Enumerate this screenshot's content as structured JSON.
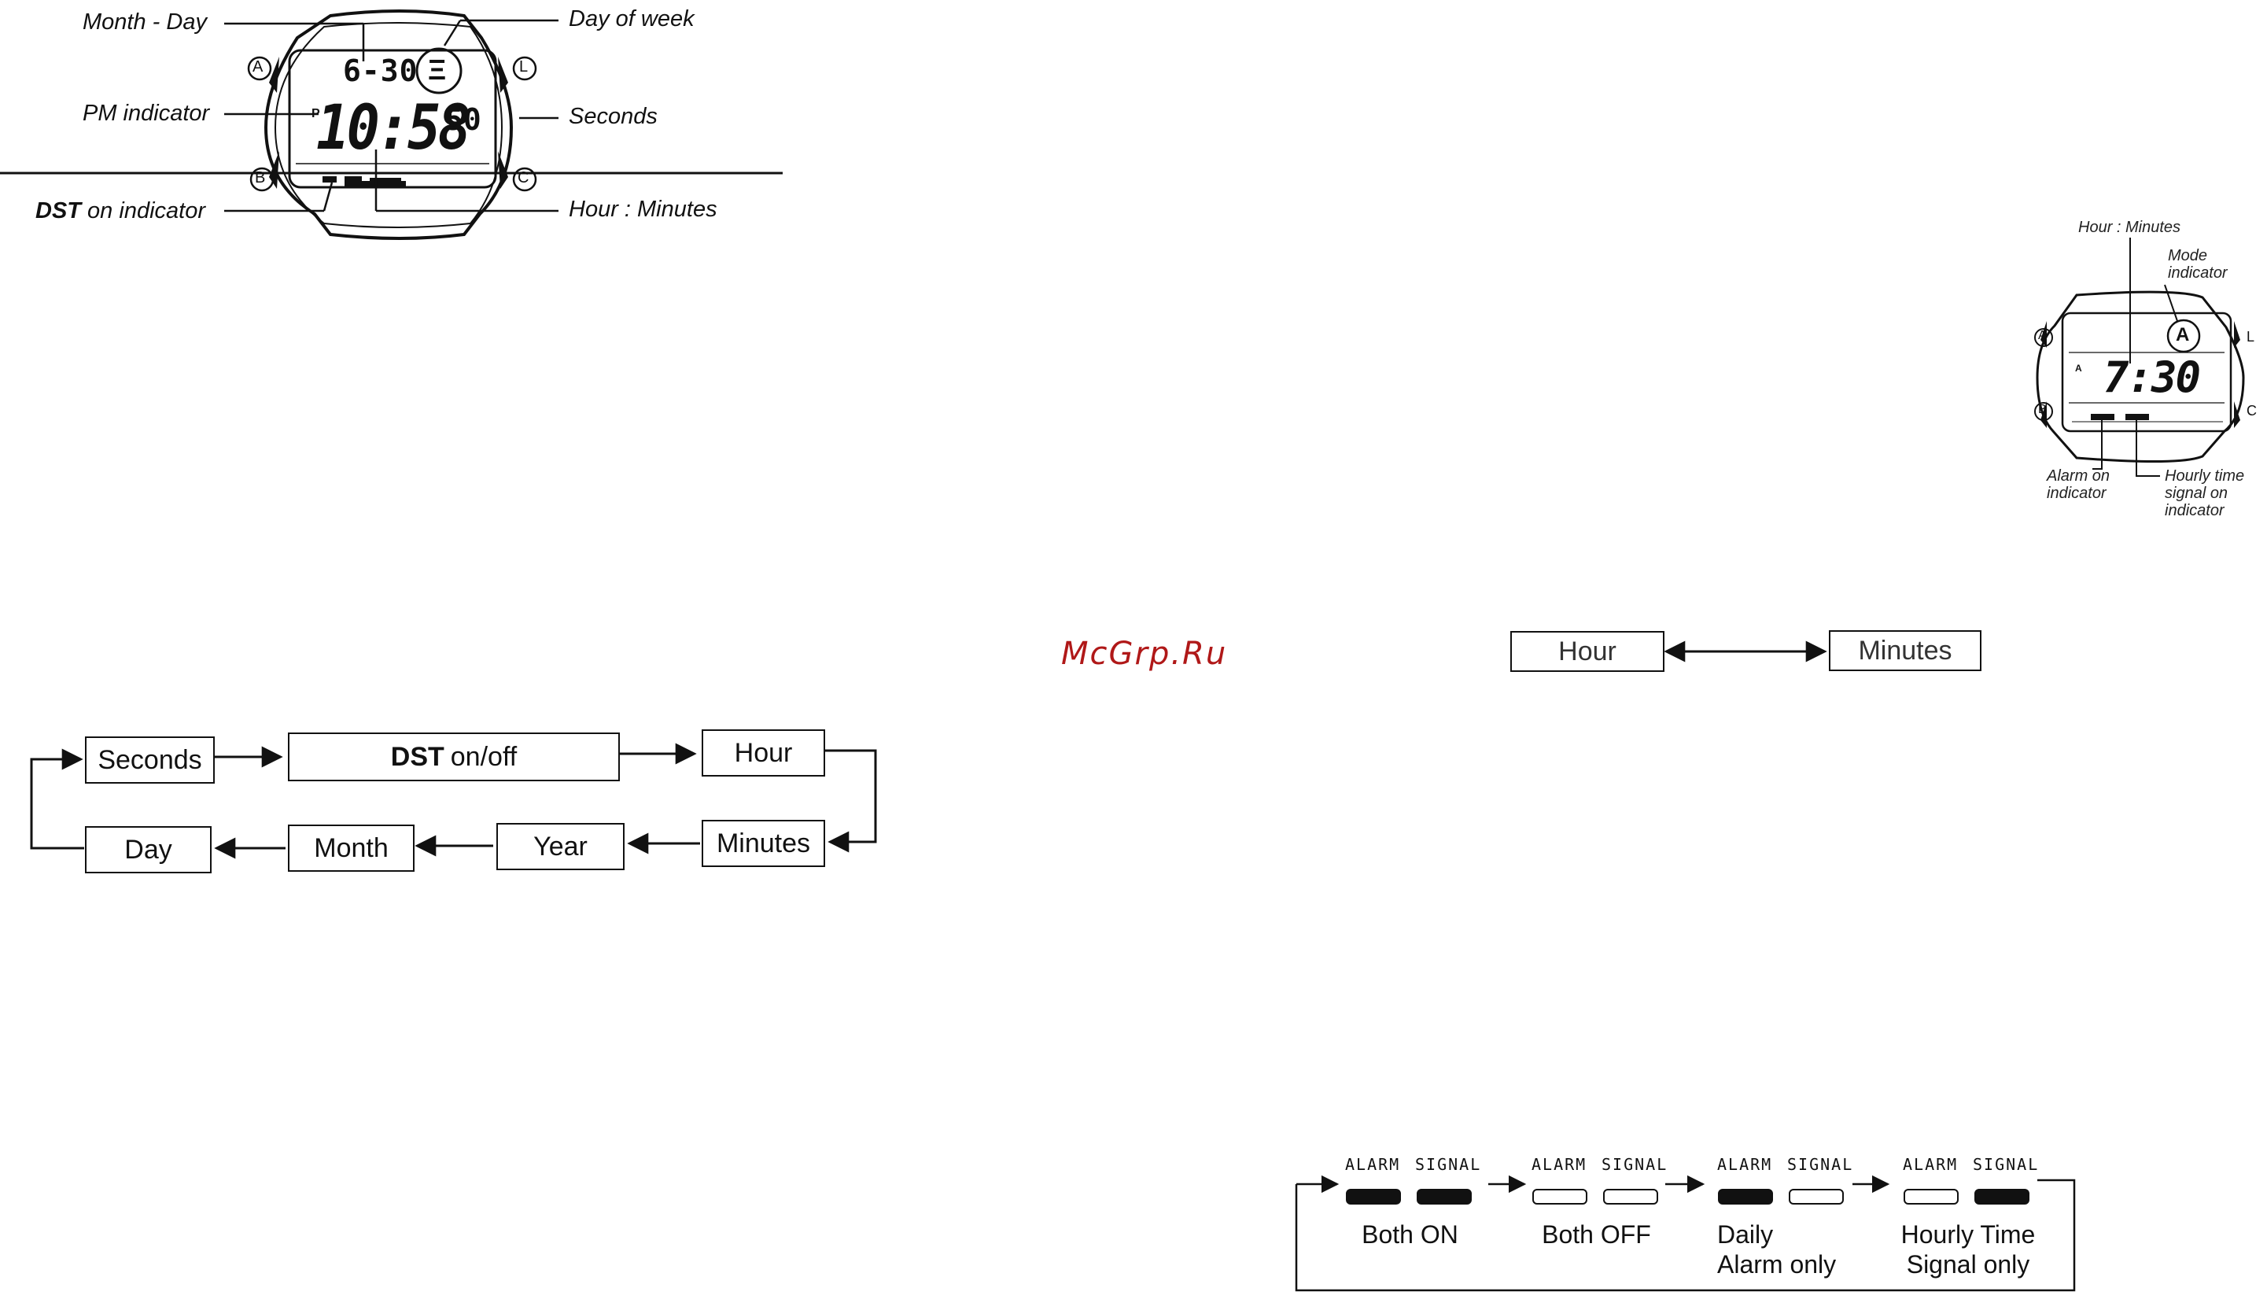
{
  "watch_diagram_1": {
    "labels": {
      "month_day": "Month - Day",
      "day_of_week": "Day of week",
      "pm_indicator": "PM indicator",
      "seconds": "Seconds",
      "dst_bold": "DST",
      "dst_rest": " on indicator",
      "hour_minutes": "Hour : Minutes"
    },
    "display": {
      "date": "6-30",
      "weekday_glyph": "Ξ",
      "pm_mark": "P",
      "time": "10:58",
      "seconds": "50"
    },
    "buttons": {
      "a": "A",
      "b": "B",
      "l": "L",
      "c": "C"
    }
  },
  "watermark": "McGrp.Ru",
  "setting_sequence": {
    "seconds": "Seconds",
    "dst_bold": "DST",
    "dst_rest": "on/off",
    "hour": "Hour",
    "minutes": "Minutes",
    "year": "Year",
    "month": "Month",
    "day": "Day"
  },
  "watch_diagram_2": {
    "labels": {
      "hour_minutes": "Hour : Minutes",
      "mode_indicator": "Mode indicator",
      "alarm_on_indicator": "Alarm on indicator",
      "hourly_time_signal_on_indicator": "Hourly time signal on indicator"
    },
    "display": {
      "time": "7:30",
      "mode_glyph": "A",
      "am_mark": "A"
    },
    "buttons": {
      "a": "A",
      "b": "B",
      "l": "L",
      "c": "C"
    }
  },
  "alarm_sequence": {
    "hour": "Hour",
    "minutes": "Minutes"
  },
  "alarm_status_cycle": {
    "alarm_label": "ALARM",
    "signal_label": "SIGNAL",
    "states": [
      {
        "caption": "Both ON",
        "alarm_on": true,
        "signal_on": true
      },
      {
        "caption": "Both OFF",
        "alarm_on": false,
        "signal_on": false
      },
      {
        "caption": "Daily Alarm only",
        "alarm_on": true,
        "signal_on": false
      },
      {
        "caption": "Hourly Time Signal only",
        "alarm_on": false,
        "signal_on": true
      }
    ]
  }
}
